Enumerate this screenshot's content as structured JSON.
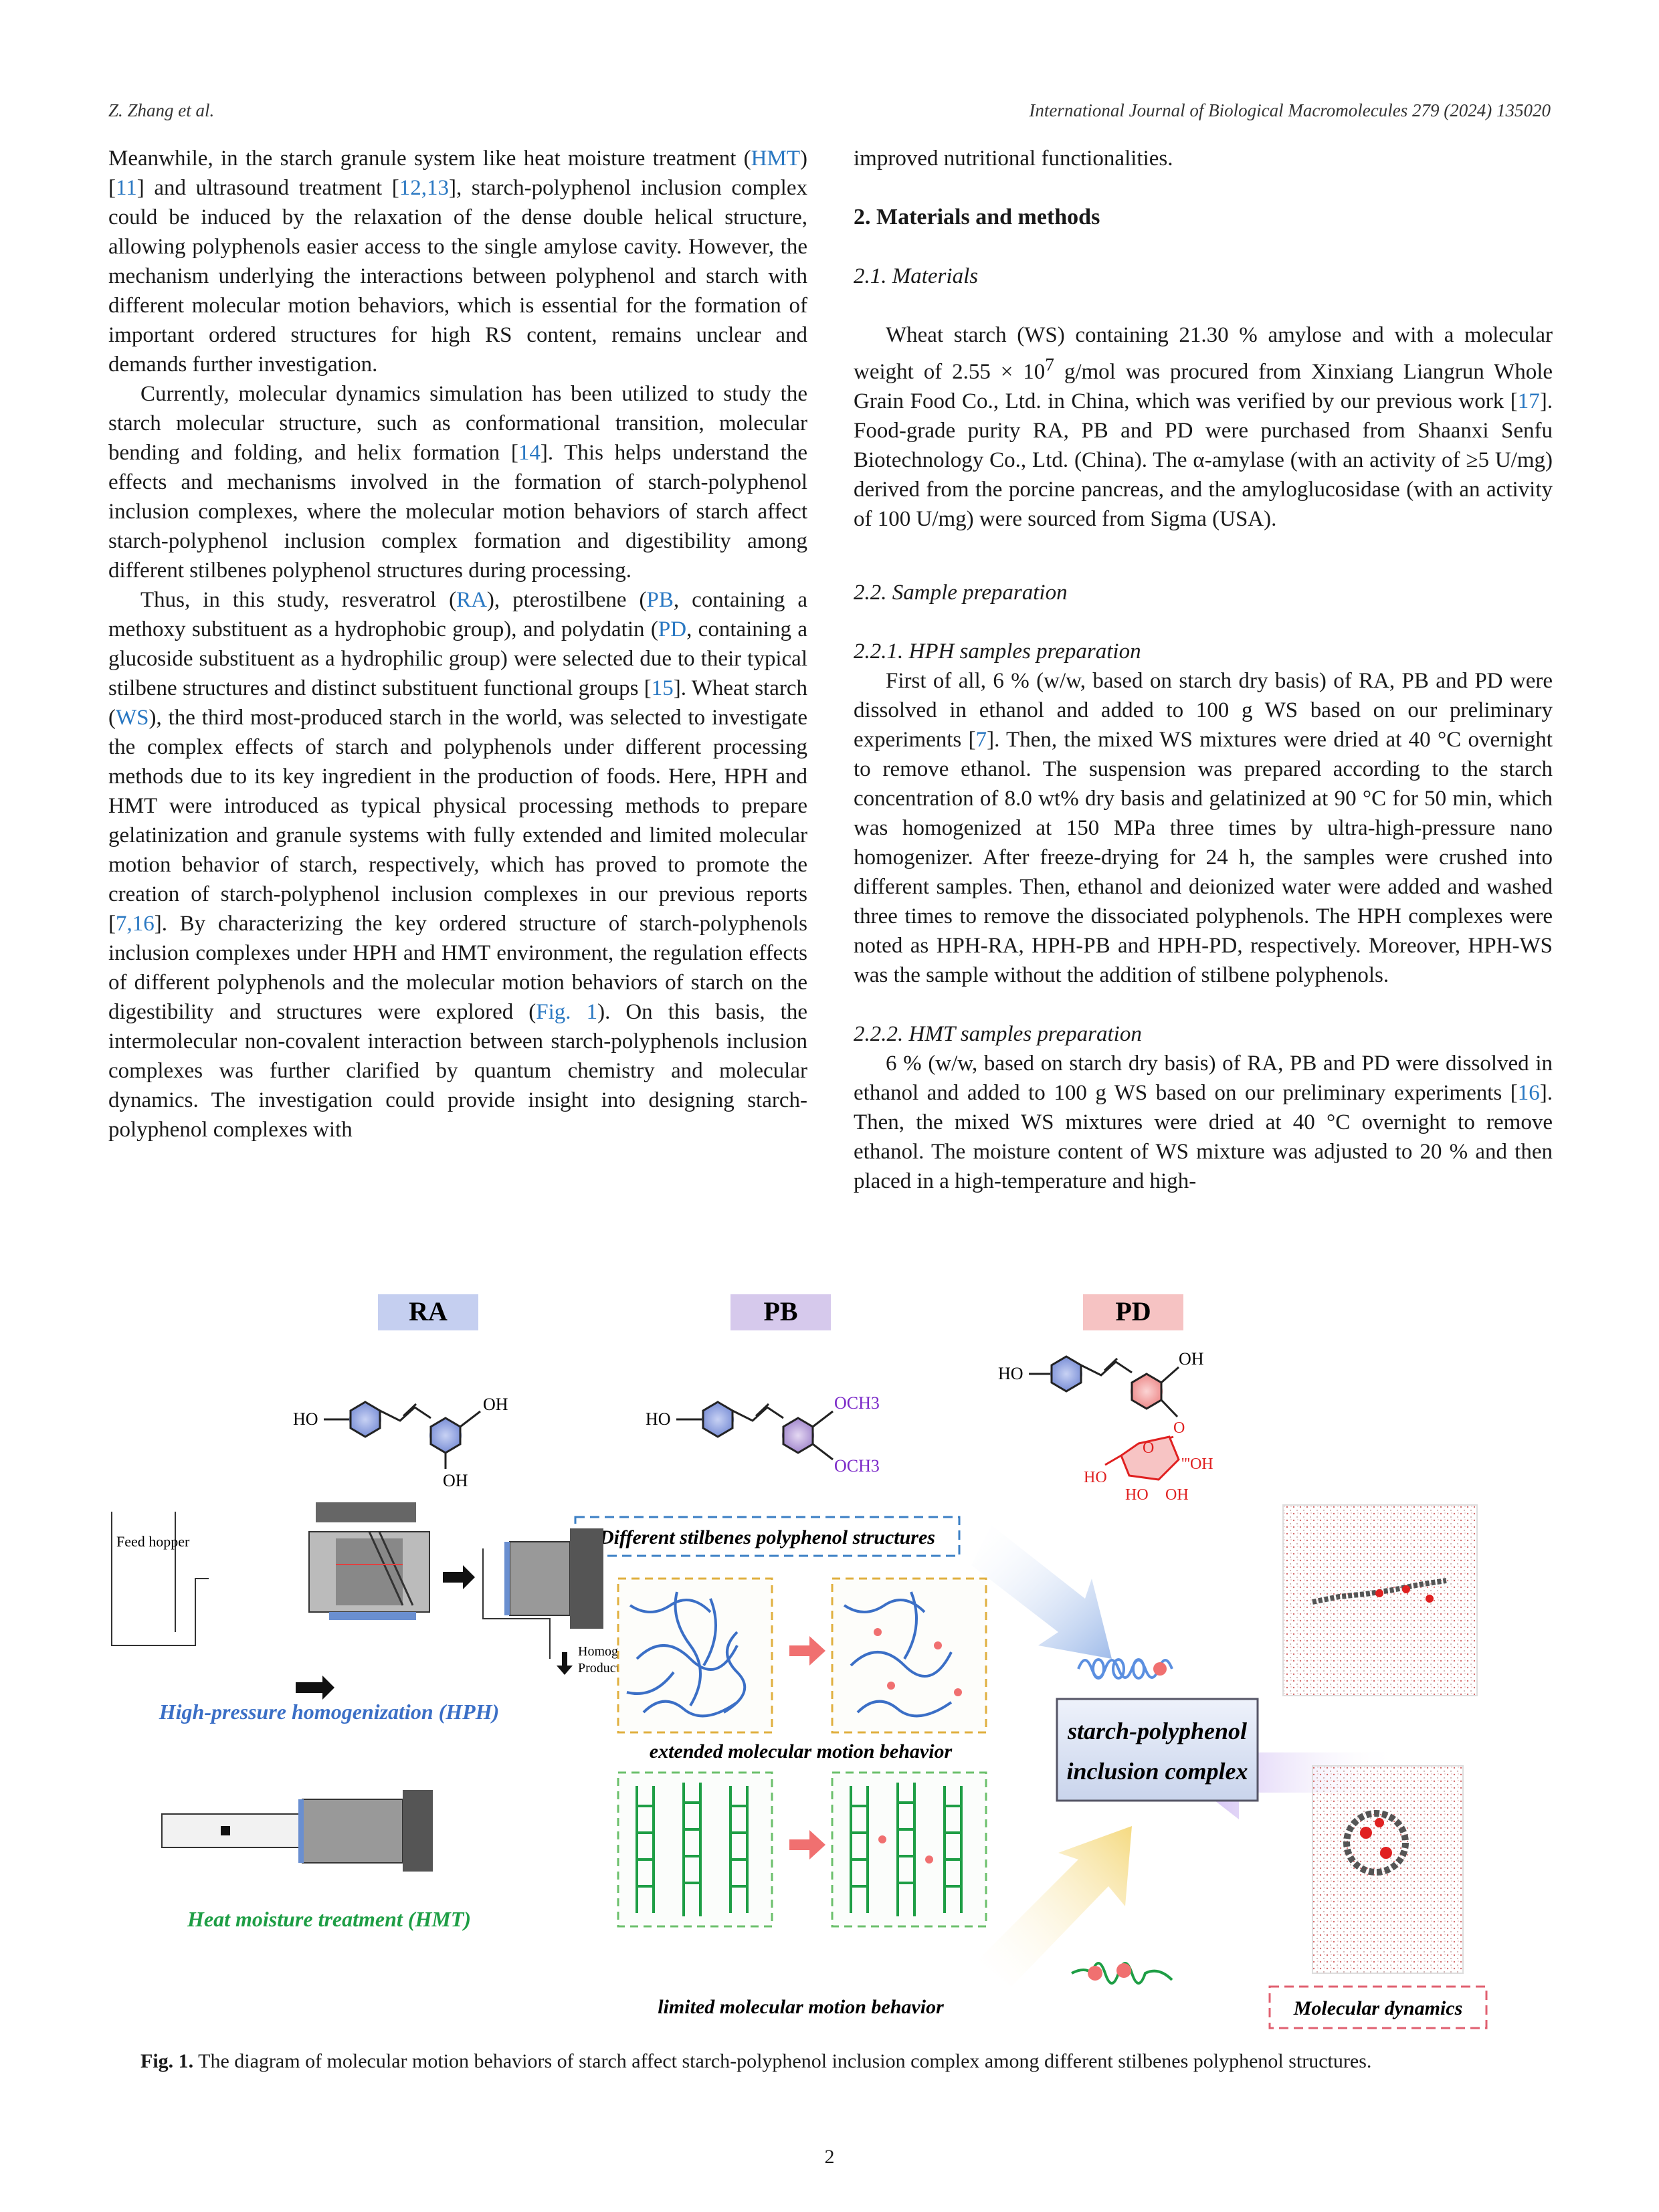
{
  "header": {
    "authors": "Z. Zhang et al.",
    "journal": "International Journal of Biological Macromolecules 279 (2024) 135020"
  },
  "left_column": {
    "p1": {
      "t1": "Meanwhile, in the starch granule system like heat moisture treatment (",
      "r1": "HMT",
      "t2": ") [",
      "r2": "11",
      "t3": "] and ultrasound treatment [",
      "r3": "12,13",
      "t4": "], starch-polyphenol inclusion complex could be induced by the relaxation of the dense double helical structure, allowing polyphenols easier access to the single amylose cavity. However, the mechanism underlying the interactions between polyphenol and starch with different molecular motion behaviors, which is essential for the formation of important ordered structures for high RS content, remains unclear and demands further investigation."
    },
    "p2": {
      "t1": "Currently, molecular dynamics simulation has been utilized to study the starch molecular structure, such as conformational transition, molecular bending and folding, and helix formation [",
      "r1": "14",
      "t2": "]. This helps understand the effects and mechanisms involved in the formation of starch-polyphenol inclusion complexes, where the molecular motion behaviors of starch affect starch-polyphenol inclusion complex formation and digestibility among different stilbenes polyphenol structures during processing."
    },
    "p3": {
      "t1": "Thus, in this study, resveratrol (",
      "r1": "RA",
      "t2": "), pterostilbene (",
      "r2": "PB",
      "t3": ", containing a methoxy substituent as a hydrophobic group), and polydatin (",
      "r3": "PD",
      "t4": ", containing a glucoside substituent as a hydrophilic group) were selected due to their typical stilbene structures and distinct substituent functional groups [",
      "r4": "15",
      "t5": "]. Wheat starch (",
      "r5": "WS",
      "t6": "), the third most-produced starch in the world, was selected to investigate the complex effects of starch and polyphenols under different processing methods due to its key ingredient in the production of foods. Here, HPH and HMT were introduced as typical physical processing methods to prepare gelatinization and granule systems with fully extended and limited molecular motion behavior of starch, respectively, which has proved to promote the creation of starch-polyphenol inclusion complexes in our previous reports [",
      "r6": "7,16",
      "t7": "]. By characterizing the key ordered structure of starch-polyphenols inclusion complexes under HPH and HMT environment, the regulation effects of different polyphenols and the molecular motion behaviors of starch on the digestibility and structures were explored (",
      "r7": "Fig. 1",
      "t8": "). On this basis, the intermolecular non-covalent interaction between starch-polyphenols inclusion complexes was further clarified by quantum chemistry and molecular dynamics. The investigation could provide insight into designing starch-polyphenol complexes with"
    }
  },
  "right_column": {
    "p0": "improved nutritional functionalities.",
    "h_methods": "2.  Materials and methods",
    "h_materials": "2.1.  Materials",
    "p_materials": {
      "t1": "Wheat starch (WS) containing 21.30 % amylose and with a molecular weight of 2.55 × 10",
      "sup": "7",
      "t2": " g/mol was procured from Xinxiang Liangrun Whole Grain Food Co., Ltd. in China, which was verified by our previous work [",
      "r1": "17",
      "t3": "]. Food-grade purity RA, PB and PD were purchased from Shaanxi Senfu Biotechnology Co., Ltd. (China). The α-amylase (with an activity of ≥5 U/mg) derived from the porcine pancreas, and the amyloglucosidase (with an activity of 100 U/mg) were sourced from Sigma (USA)."
    },
    "h_prep": "2.2.  Sample preparation",
    "h_hph": "2.2.1.  HPH samples preparation",
    "p_hph": {
      "t1": "First of all, 6 % (w/w, based on starch dry basis) of RA, PB and PD were dissolved in ethanol and added to 100 g WS based on our preliminary experiments [",
      "r1": "7",
      "t2": "]. Then, the mixed WS mixtures were dried at 40 °C overnight to remove ethanol. The suspension was prepared according to the starch concentration of 8.0 wt% dry basis and gelatinized at 90 °C for 50 min, which was homogenized at 150 MPa three times by ultra-high-pressure nano homogenizer. After freeze-drying for 24 h, the samples were crushed into different samples. Then, ethanol and deionized water were added and washed three times to remove the dissociated polyphenols. The HPH complexes were noted as HPH-RA, HPH-PB and HPH-PD, respectively. Moreover, HPH-WS was the sample without the addition of stilbene polyphenols."
    },
    "h_hmt": "2.2.2.  HMT samples preparation",
    "p_hmt": {
      "t1": "6 % (w/w, based on starch dry basis) of RA, PB and PD were dissolved in ethanol and added to 100 g WS based on our preliminary experiments [",
      "r1": "16",
      "t2": "]. Then, the mixed WS mixtures were dried at 40 °C overnight to remove ethanol. The moisture content of WS mixture was adjusted to 20 % and then placed in a high-temperature and high-"
    }
  },
  "figure": {
    "label_ra": "RA",
    "label_pb": "PB",
    "label_pd": "PD",
    "ho": "HO",
    "oh": "OH",
    "och3": "OCH3",
    "o": "O",
    "oh_glu": "'''OH",
    "structures_label": "Different stilbenes polyphenol structures",
    "feed_hopper": "Feed hopper",
    "homog_out1": "Homogenized",
    "homog_out2": "Product out",
    "hph_label": "High-pressure homogenization (HPH)",
    "hmt_label": "Heat moisture treatment (HMT)",
    "extended_label": "extended molecular motion behavior",
    "limited_label": "limited  molecular motion behavior",
    "complex_line1": "starch-polyphenol",
    "complex_line2": "inclusion complex",
    "md_label": "Molecular dynamics",
    "colors": {
      "ra": "#c5cff0",
      "pb": "#d6c9ec",
      "pd": "#f6c3c3",
      "blue": "#3b6fc6",
      "green": "#1e9e45",
      "red": "#e02020"
    }
  },
  "caption": {
    "label": "Fig. 1.",
    "text": "The diagram of molecular motion behaviors of starch affect starch-polyphenol inclusion complex among different stilbenes polyphenol structures."
  },
  "page_number": "2"
}
